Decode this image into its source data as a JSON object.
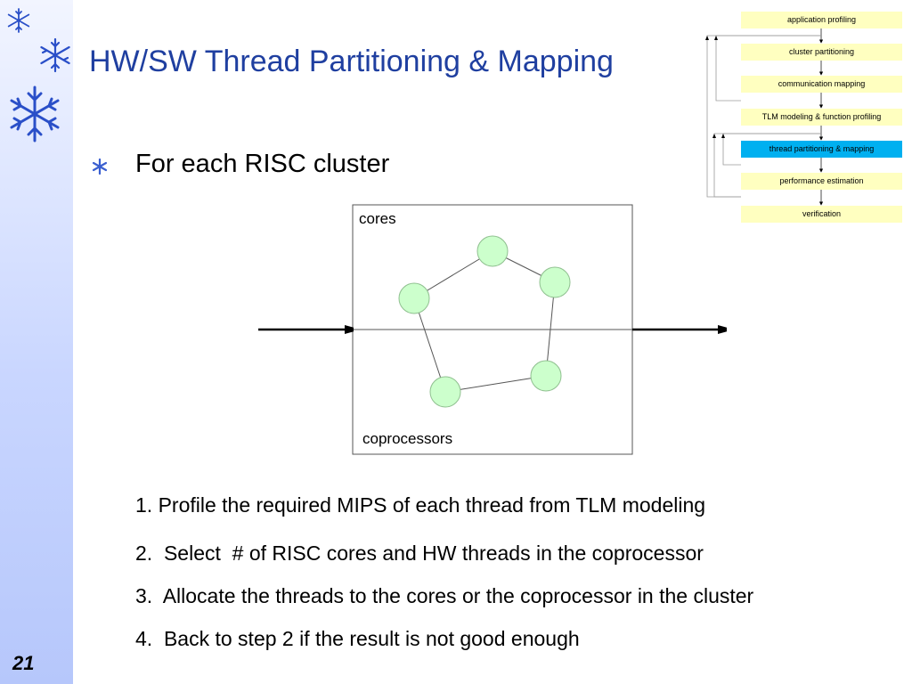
{
  "slide": {
    "title": "HW/SW Thread Partitioning & Mapping",
    "page_number": "21",
    "bullet": "For each RISC cluster"
  },
  "flow": {
    "steps": [
      {
        "label": "application profiling",
        "active": false
      },
      {
        "label": "cluster partitioning",
        "active": false
      },
      {
        "label": "communication mapping",
        "active": false
      },
      {
        "label": "TLM modeling & function profiling",
        "active": false
      },
      {
        "label": "thread partitioning & mapping",
        "active": true
      },
      {
        "label": "performance estimation",
        "active": false
      },
      {
        "label": "verification",
        "active": false
      }
    ],
    "colors": {
      "box": "#ffffc0",
      "active": "#00b0f0"
    }
  },
  "cluster": {
    "top_label": "cores",
    "bottom_label": "coprocessors",
    "node_color": "#ccffcc",
    "nodes": 5
  },
  "steps": [
    "1. Profile the required MIPS of each thread from TLM modeling",
    "2.  Select  # of RISC cores and HW threads in the coprocessor",
    "3.  Allocate the threads to the cores or the coprocessor in the cluster",
    "4.  Back to step 2 if the result is not good enough"
  ],
  "colors": {
    "title": "#1f3fa0",
    "sidebar": "#c9d6ff"
  },
  "icons": {
    "decoration": "snowflake-icon",
    "bullet": "asterisk-bullet-icon"
  }
}
